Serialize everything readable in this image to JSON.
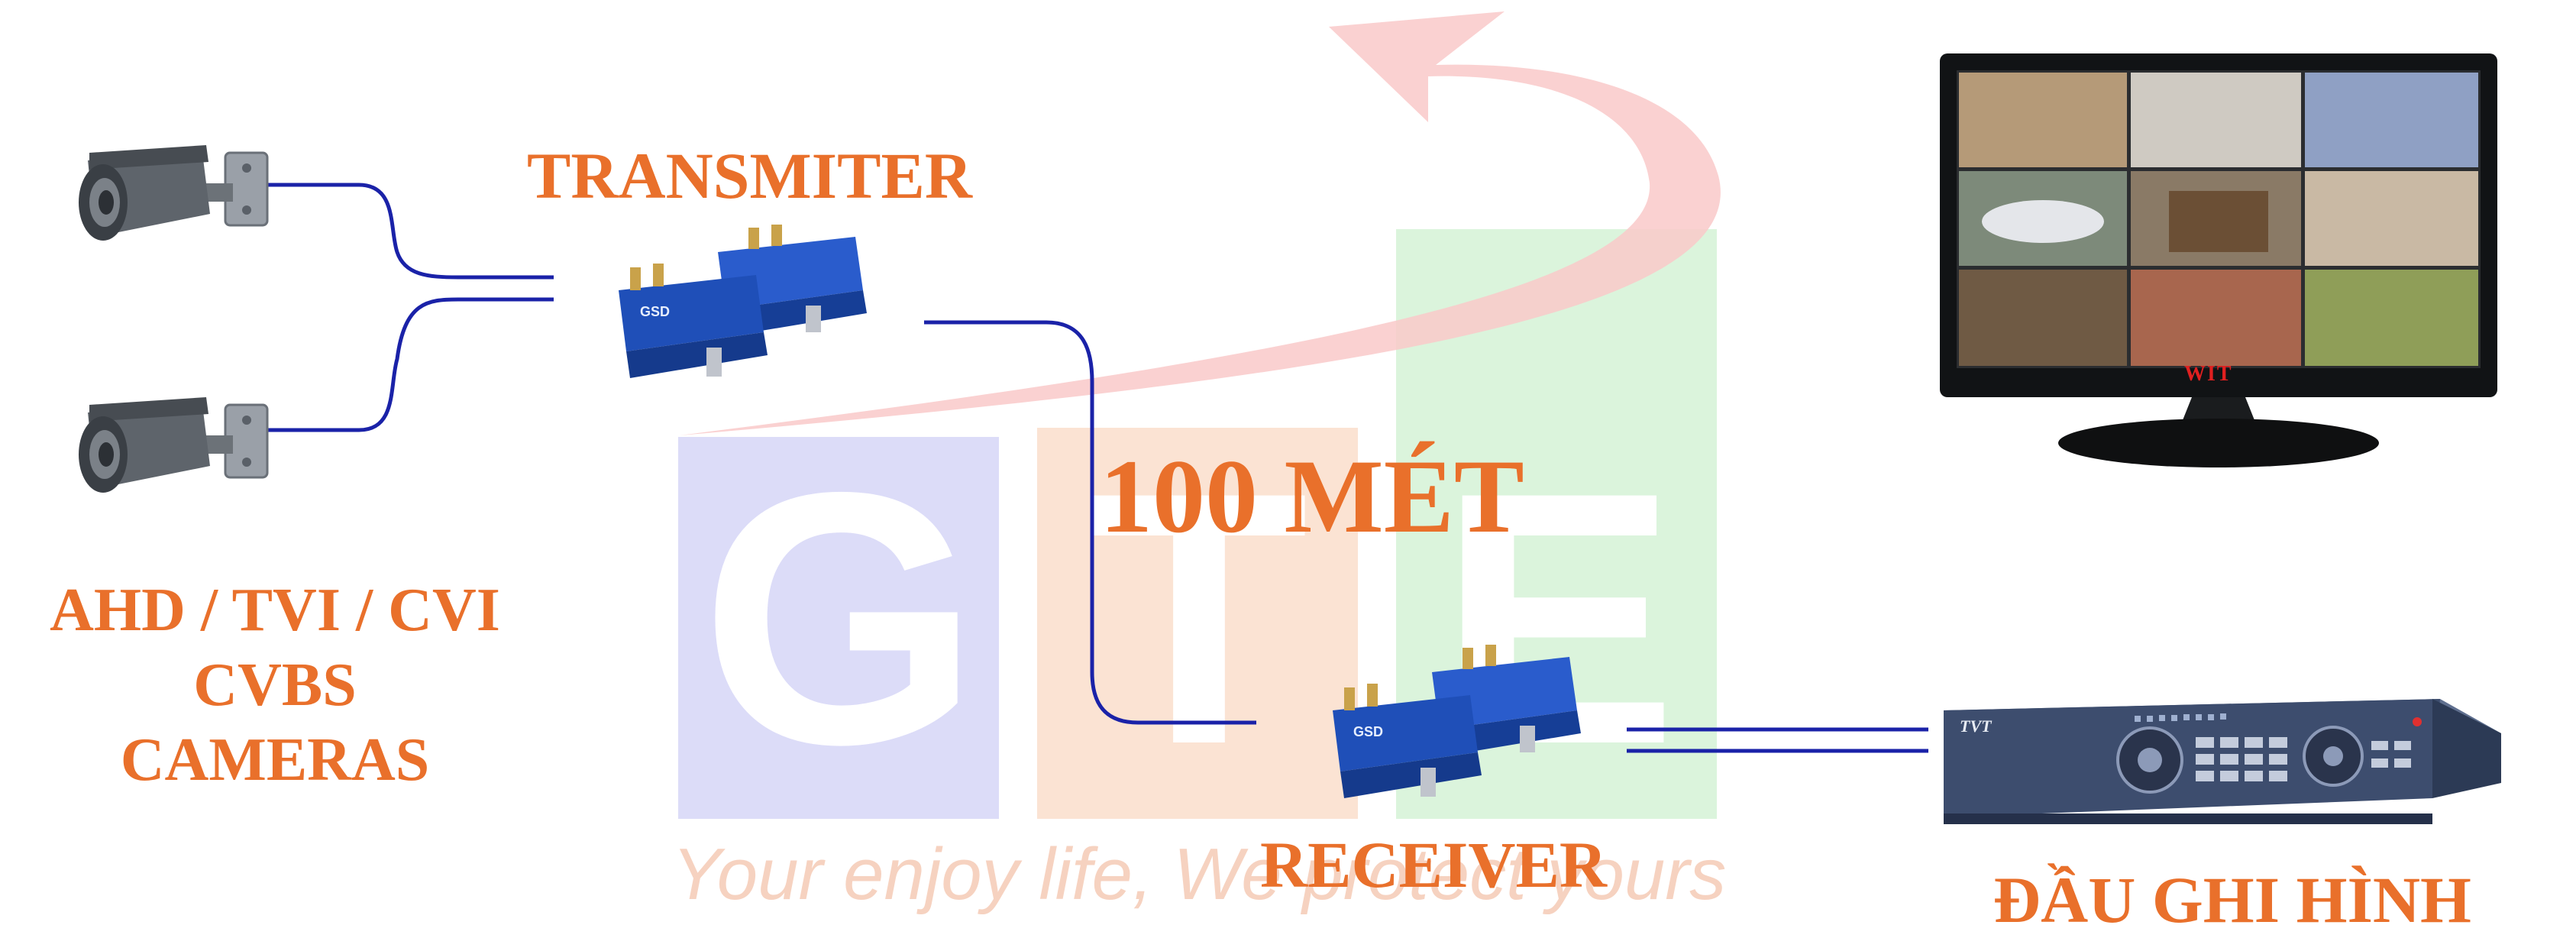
{
  "labels": {
    "transmitter": "TRANSMITER",
    "cameras": [
      "AHD / TVI / CVI",
      "CVBS",
      "CAMERAS"
    ],
    "distance": "100 MÉT",
    "receiver": "RECEIVER",
    "recorder": "ĐẦU GHI HÌNH"
  },
  "watermark": {
    "letters": [
      "G",
      "T",
      "E"
    ],
    "tagline": "Your enjoy life, We protect yours"
  },
  "devices": {
    "monitor_brand": "WIT",
    "dvr_brand": "TVT",
    "unit_brand": "GSD"
  },
  "colors": {
    "label": "#e9702b",
    "cable": "#1a22a8",
    "device_blue": "#1f4fb8",
    "logo_blue": "#dcdcf8",
    "logo_orange": "#fbe3d3",
    "logo_green": "#dbf4dc",
    "arrow": "#f9c9c9"
  },
  "icons": [
    "camera-icon",
    "transmitter-icon",
    "receiver-icon",
    "monitor-icon",
    "dvr-icon",
    "arrow-icon"
  ]
}
